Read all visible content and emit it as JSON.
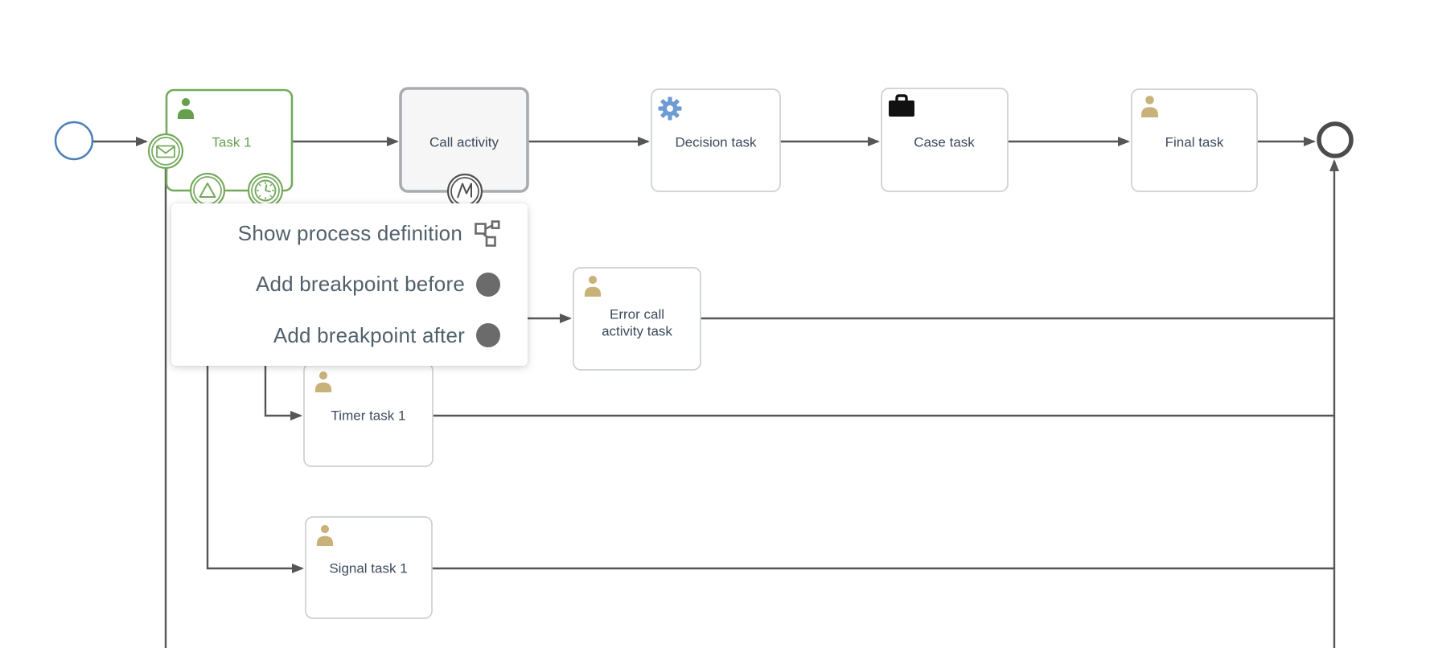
{
  "context_menu": {
    "items": [
      {
        "label": "Show process definition",
        "icon": "process-definition-icon"
      },
      {
        "label": "Add breakpoint before",
        "icon": "breakpoint-dot-icon"
      },
      {
        "label": "Add breakpoint after",
        "icon": "breakpoint-dot-icon"
      }
    ]
  },
  "diagram": {
    "task1": {
      "label": "Task 1"
    },
    "call_activity": {
      "label": "Call activity"
    },
    "decision_task": {
      "label": "Decision task"
    },
    "case_task": {
      "label": "Case task"
    },
    "final_task": {
      "label": "Final task"
    },
    "error_task": {
      "label_line1": "Error call",
      "label_line2": "activity task"
    },
    "timer_task": {
      "label": "Timer task 1"
    },
    "signal_task": {
      "label": "Signal task 1"
    }
  },
  "colors": {
    "selected_green": "#74a95c",
    "green_text": "#63a04c",
    "start_event_blue": "#4b80b9",
    "flow_gray": "#565656",
    "end_event_gray": "#4c4c4c",
    "task_border": "#ccd0d4",
    "call_activity_border": "#a9acaf",
    "call_activity_fill": "#f6f6f6",
    "label_navy": "#3b4a5c",
    "user_icon_tan": "#c9b279",
    "gear_blue": "#6f9bd3",
    "case_icon_black": "#111111",
    "menu_text": "#51606a",
    "menu_icon_gray": "#6b6b6b"
  }
}
